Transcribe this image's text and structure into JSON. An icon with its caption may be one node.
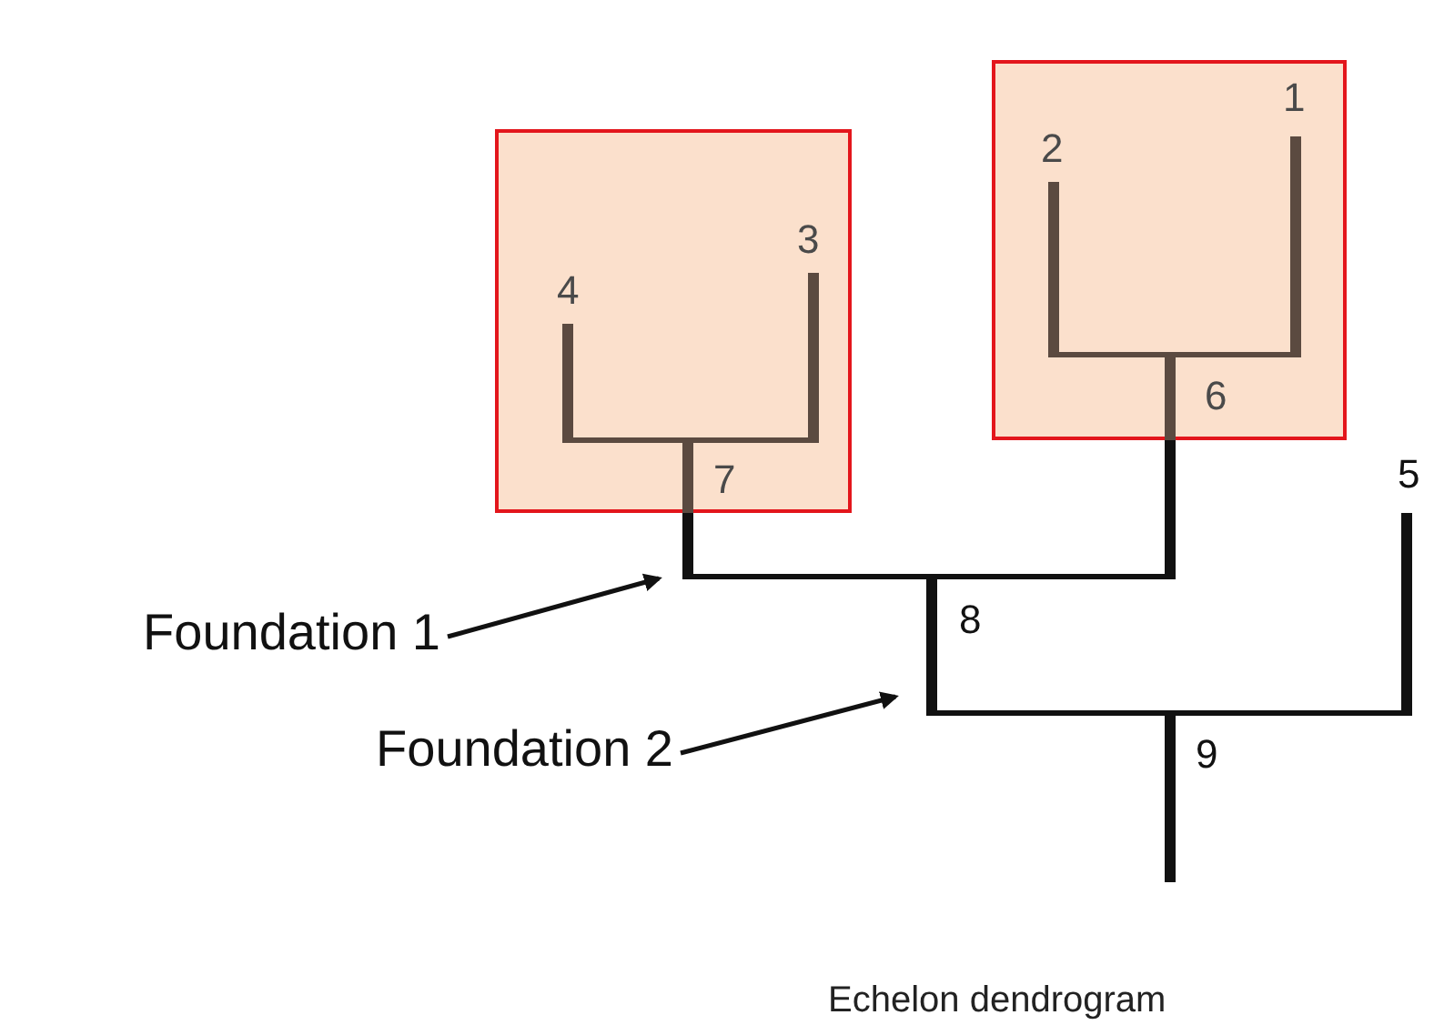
{
  "diagram": {
    "caption": "Echelon dendrogram",
    "nodes": [
      {
        "text": [
          "4",
          "3",
          "7"
        ]
      },
      {
        "text": [
          "2",
          "1",
          "6"
        ]
      },
      {
        "text": [
          "Foundation 1"
        ]
      },
      {
        "text": [
          "Foundation 2"
        ]
      }
    ],
    "edges": [
      {
        "from": 2,
        "to": null,
        "arrow": "to"
      },
      {
        "from": 3,
        "to": null,
        "arrow": "to"
      }
    ],
    "labels": [
      "5",
      "8",
      "9"
    ]
  }
}
